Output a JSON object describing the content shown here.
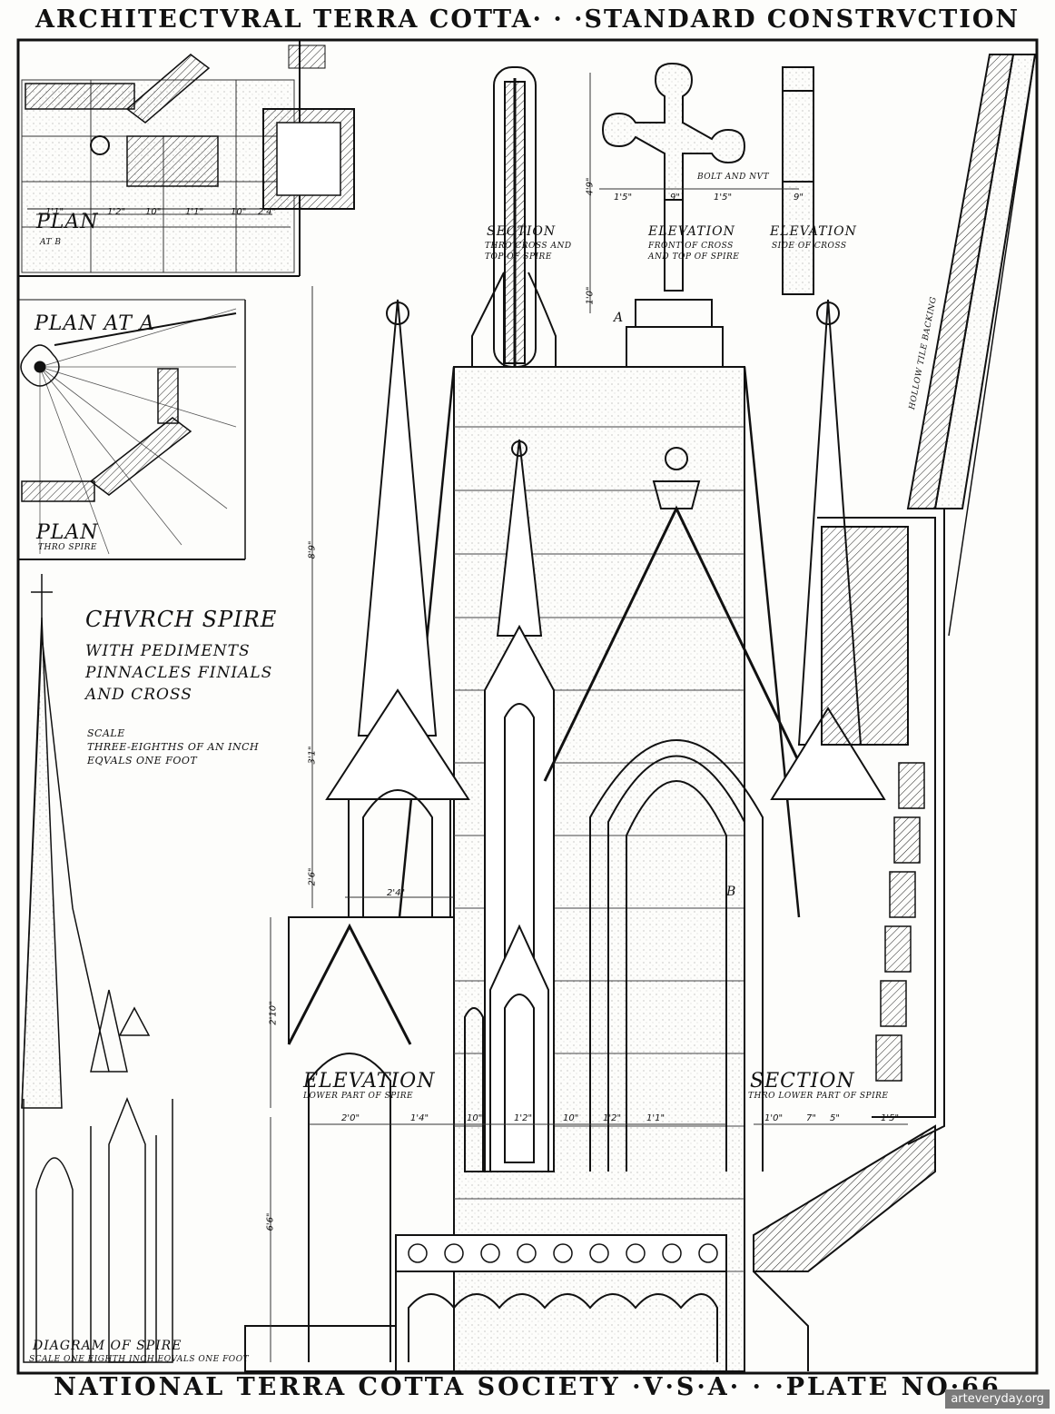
{
  "header": "ARCHITECTVRAL TERRA COTTA· · ·STANDARD CONSTRVCTION",
  "footer": "NATIONAL TERRA COTTA SOCIETY ·V·S·A· · ·PLATE NO·66",
  "watermark": "arteveryday.org",
  "title": {
    "main": "CHVRCH SPIRE",
    "line1": "WITH PEDIMENTS",
    "line2": "PINNACLES FINIALS",
    "line3": "AND CROSS"
  },
  "scale_note": {
    "line1": "SCALE",
    "line2": "THREE-EIGHTHS OF AN INCH",
    "line3": "EQVALS ONE FOOT"
  },
  "labels": {
    "plan_b": "PLAN",
    "plan_b_sub": "AT B",
    "plan_a": "PLAN AT A",
    "plan_spire": "PLAN",
    "plan_spire_sub": "THRO SPIRE",
    "section_cross": "SECTION",
    "section_cross_sub1": "THRO CROSS AND",
    "section_cross_sub2": "TOP OF SPIRE",
    "elev_front": "ELEVATION",
    "elev_front_sub1": "FRONT OF CROSS",
    "elev_front_sub2": "AND TOP OF SPIRE",
    "elev_side": "ELEVATION",
    "elev_side_sub": "SIDE OF CROSS",
    "bolt": "BOLT AND NVT",
    "marker_a": "A",
    "marker_b": "B",
    "elev_lower": "ELEVATION",
    "elev_lower_sub": "LOWER PART OF SPIRE",
    "section_lower": "SECTION",
    "section_lower_sub": "THRO LOWER PART OF SPIRE",
    "hollow_tile": "HOLLOW TILE BACKING",
    "diagram": "DIAGRAM OF SPIRE",
    "diagram_sub": "SCALE ONE EIGHTH INCH EQVALS ONE FOOT"
  },
  "dimensions": {
    "plan_row": [
      "1'1\"",
      "1'2\"",
      "10\"",
      "1'1\"",
      "10\"",
      "2'4\""
    ],
    "cross_row": [
      "1'5\"",
      "9\"",
      "1'5\"",
      "9\""
    ],
    "cross_height": "4'9\"",
    "spire_base": "1'0\"",
    "spire_height": "8'9\"",
    "pediment_height": "3'1\"",
    "pinnacle_height": "2'6\"",
    "lower_height": "2'10\"",
    "base_height": "6'6\"",
    "opening_width": "2'4\"",
    "elev_row": [
      "2'0\"",
      "1'4\"",
      "10\"",
      "1'2\"",
      "10\"",
      "1'2\"",
      "1'1\""
    ],
    "section_row": [
      "1'0\"",
      "7\"",
      "5\"",
      "1'5\""
    ]
  }
}
